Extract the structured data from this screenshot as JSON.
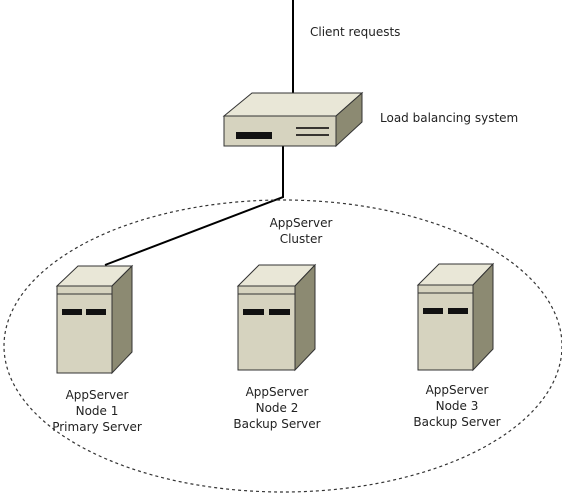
{
  "client": {
    "label": "Client requests"
  },
  "load_balancer": {
    "label": "Load balancing system"
  },
  "cluster": {
    "label_line1": "AppServer",
    "label_line2": "Cluster"
  },
  "nodes": [
    {
      "line1": "AppServer",
      "line2": "Node 1",
      "line3": "Primary Server"
    },
    {
      "line1": "AppServer",
      "line2": "Node 2",
      "line3": "Backup Server"
    },
    {
      "line1": "AppServer",
      "line2": "Node 3",
      "line3": "Backup Server"
    }
  ],
  "colors": {
    "device_face": "#d6d3bf",
    "device_top": "#e9e7d7",
    "device_side": "#8c8a72",
    "outline": "#333333",
    "slot": "#111111"
  }
}
